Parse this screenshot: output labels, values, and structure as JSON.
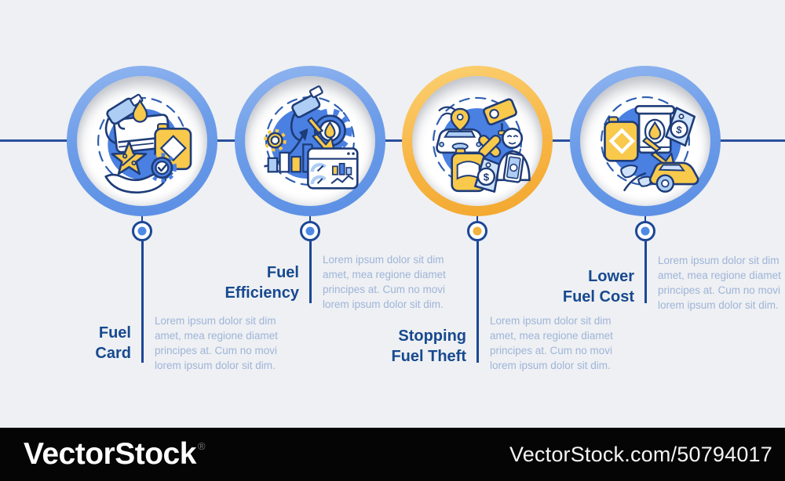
{
  "meta": {
    "background": "#eef0f3",
    "description": "Fuel management circle infographic, 4 steps"
  },
  "timeline": {
    "line_color": "#2a4e9c"
  },
  "colors": {
    "accent_blue": "#4a80e2",
    "light_blue": "#aecdf4",
    "accent_yellow": "#f8c94b",
    "navy_outline": "#1e3c78",
    "title_blue": "#17498f",
    "body_text": "#9fb4d8",
    "ring_blue": "#6d9de9",
    "ring_yellow": "#f8b544"
  },
  "steps": [
    {
      "icon": "fuel-card-icon",
      "ring": "blue",
      "dot_color": "#4e8ae4",
      "title": "Fuel Card",
      "title_lines": [
        "Fuel",
        "Card"
      ],
      "body_lines": [
        "Lorem ipsum dolor sit dim",
        "amet, mea regione diamet",
        "principes at. Cum no movi",
        "lorem ipsum dolor sit dim."
      ]
    },
    {
      "icon": "fuel-efficiency-icon",
      "ring": "blue",
      "dot_color": "#4e8ae4",
      "title": "Fuel Efficiency",
      "title_lines": [
        "Fuel",
        "Efficiency"
      ],
      "body_lines": [
        "Lorem ipsum dolor sit dim",
        "amet, mea regione diamet",
        "principes at. Cum no movi",
        "lorem ipsum dolor sit dim."
      ]
    },
    {
      "icon": "stopping-fuel-theft-icon",
      "ring": "yellow",
      "dot_color": "#f2b13d",
      "title": "Stopping Fuel Theft",
      "title_lines": [
        "Stopping",
        "Fuel Theft"
      ],
      "body_lines": [
        "Lorem ipsum dolor sit dim",
        "amet, mea regione diamet",
        "principes at. Cum no movi",
        "lorem ipsum dolor sit dim."
      ]
    },
    {
      "icon": "lower-fuel-cost-icon",
      "ring": "blue",
      "dot_color": "#4e8ae4",
      "title": "Lower Fuel Cost",
      "title_lines": [
        "Lower",
        "Fuel Cost"
      ],
      "body_lines": [
        "Lorem ipsum dolor sit dim",
        "amet, mea regione diamet",
        "principes at. Cum no movi",
        "lorem ipsum dolor sit dim."
      ]
    }
  ],
  "watermark": {
    "logo_text": "VectorStock",
    "reg_mark": "®",
    "credit_url": "VectorStock.com/50794017",
    "bar_color": "#050505"
  }
}
